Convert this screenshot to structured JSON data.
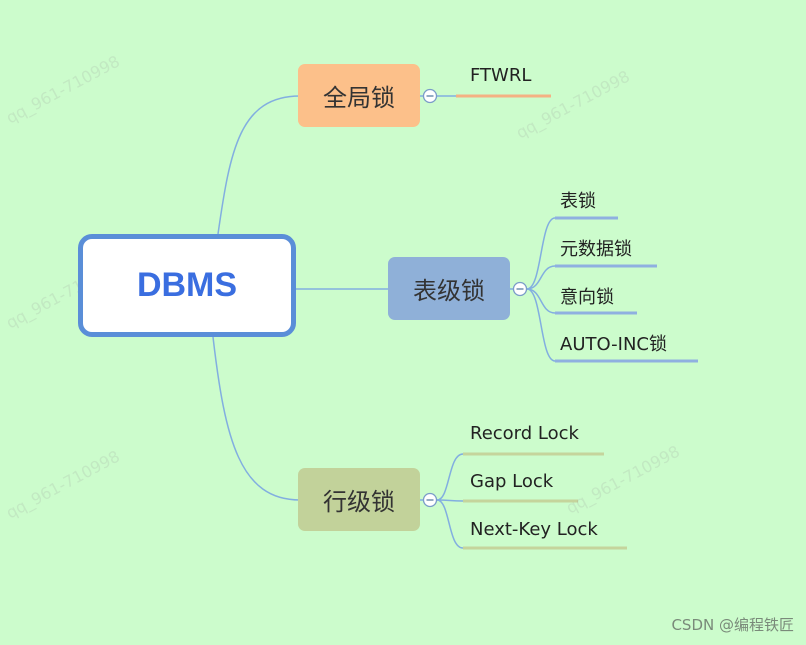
{
  "root": {
    "label": "DBMS"
  },
  "branches": [
    {
      "label": "全局锁",
      "color": "#fcc08a",
      "line": "#f4b183",
      "leaves": [
        "FTWRL"
      ]
    },
    {
      "label": "表级锁",
      "color": "#8fb0d8",
      "line": "#8fb0e0",
      "leaves": [
        "表锁",
        "元数据锁",
        "意向锁",
        "AUTO-INC锁"
      ]
    },
    {
      "label": "行级锁",
      "color": "#c2d29a",
      "line": "#c5d49c",
      "leaves": [
        "Record Lock",
        "Gap Lock",
        "Next-Key Lock"
      ]
    }
  ],
  "collapse_symbol": "−",
  "watermark": "qq_961-710998",
  "credit": "CSDN @编程铁匠"
}
